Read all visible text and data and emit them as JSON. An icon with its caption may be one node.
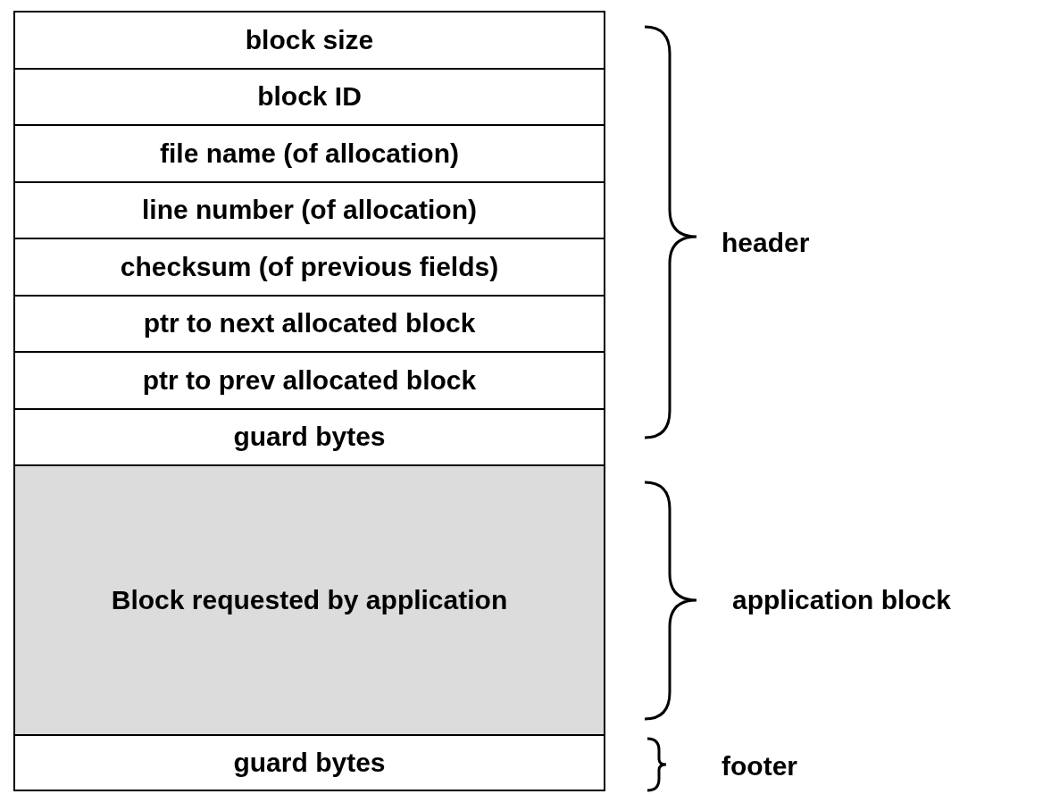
{
  "diagram": {
    "nodes": [
      {
        "text": [
          "block size"
        ]
      },
      {
        "text": [
          "block ID"
        ]
      },
      {
        "text": [
          "file name (of allocation)"
        ]
      },
      {
        "text": [
          "line number (of allocation)"
        ]
      },
      {
        "text": [
          "checksum (of previous fields)"
        ]
      },
      {
        "text": [
          "ptr to next allocated block"
        ]
      },
      {
        "text": [
          "ptr to prev allocated block"
        ]
      },
      {
        "text": [
          "guard bytes"
        ]
      },
      {
        "text": [
          "Block requested by application"
        ]
      },
      {
        "text": [
          "guard bytes"
        ]
      }
    ],
    "edges": [],
    "labels": [
      "header",
      "application block",
      "footer"
    ]
  }
}
